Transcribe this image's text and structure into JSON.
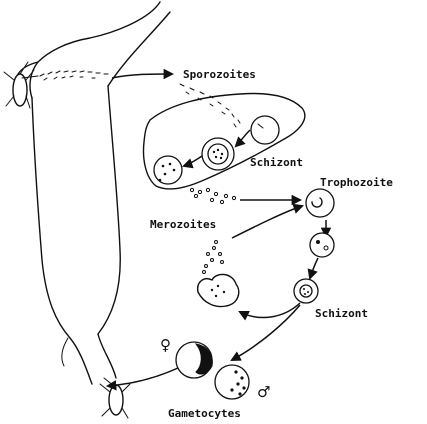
{
  "labels": {
    "sporozoites": "Sporozoites",
    "schizont_liver": "Schizont",
    "trophozoite": "Trophozoite",
    "merozoites": "Merozoites",
    "schizont_blood": "Schizont",
    "gametocytes": "Gametocytes",
    "female_symbol": "♀",
    "male_symbol": "♂"
  },
  "colors": {
    "ink": "#111111",
    "background": "#ffffff"
  },
  "icons": {
    "mosquito_top": "mosquito-icon",
    "mosquito_bottom": "mosquito-icon"
  }
}
